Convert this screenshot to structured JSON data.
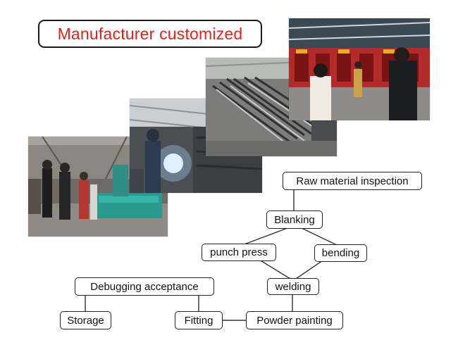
{
  "title": "Manufacturer customized",
  "photos": [
    {
      "id": "welding-machine-workshop",
      "icon": "factory-workers-photo"
    },
    {
      "id": "welding-operation",
      "icon": "welder-sparks-photo"
    },
    {
      "id": "steel-parts-stock",
      "icon": "steel-parts-photo"
    },
    {
      "id": "finished-product-hall",
      "icon": "visitors-warehouse-photo"
    }
  ],
  "process": {
    "raw_material_inspection": "Raw material inspection",
    "blanking": "Blanking",
    "punch_press": "punch press",
    "bending": "bending",
    "welding": "welding",
    "debugging_acceptance": "Debugging acceptance",
    "storage": "Storage",
    "fitting": "Fitting",
    "powder_painting": "Powder painting"
  },
  "colors": {
    "title_text": "#e0221b",
    "border": "#222222",
    "connector": "#333333"
  }
}
